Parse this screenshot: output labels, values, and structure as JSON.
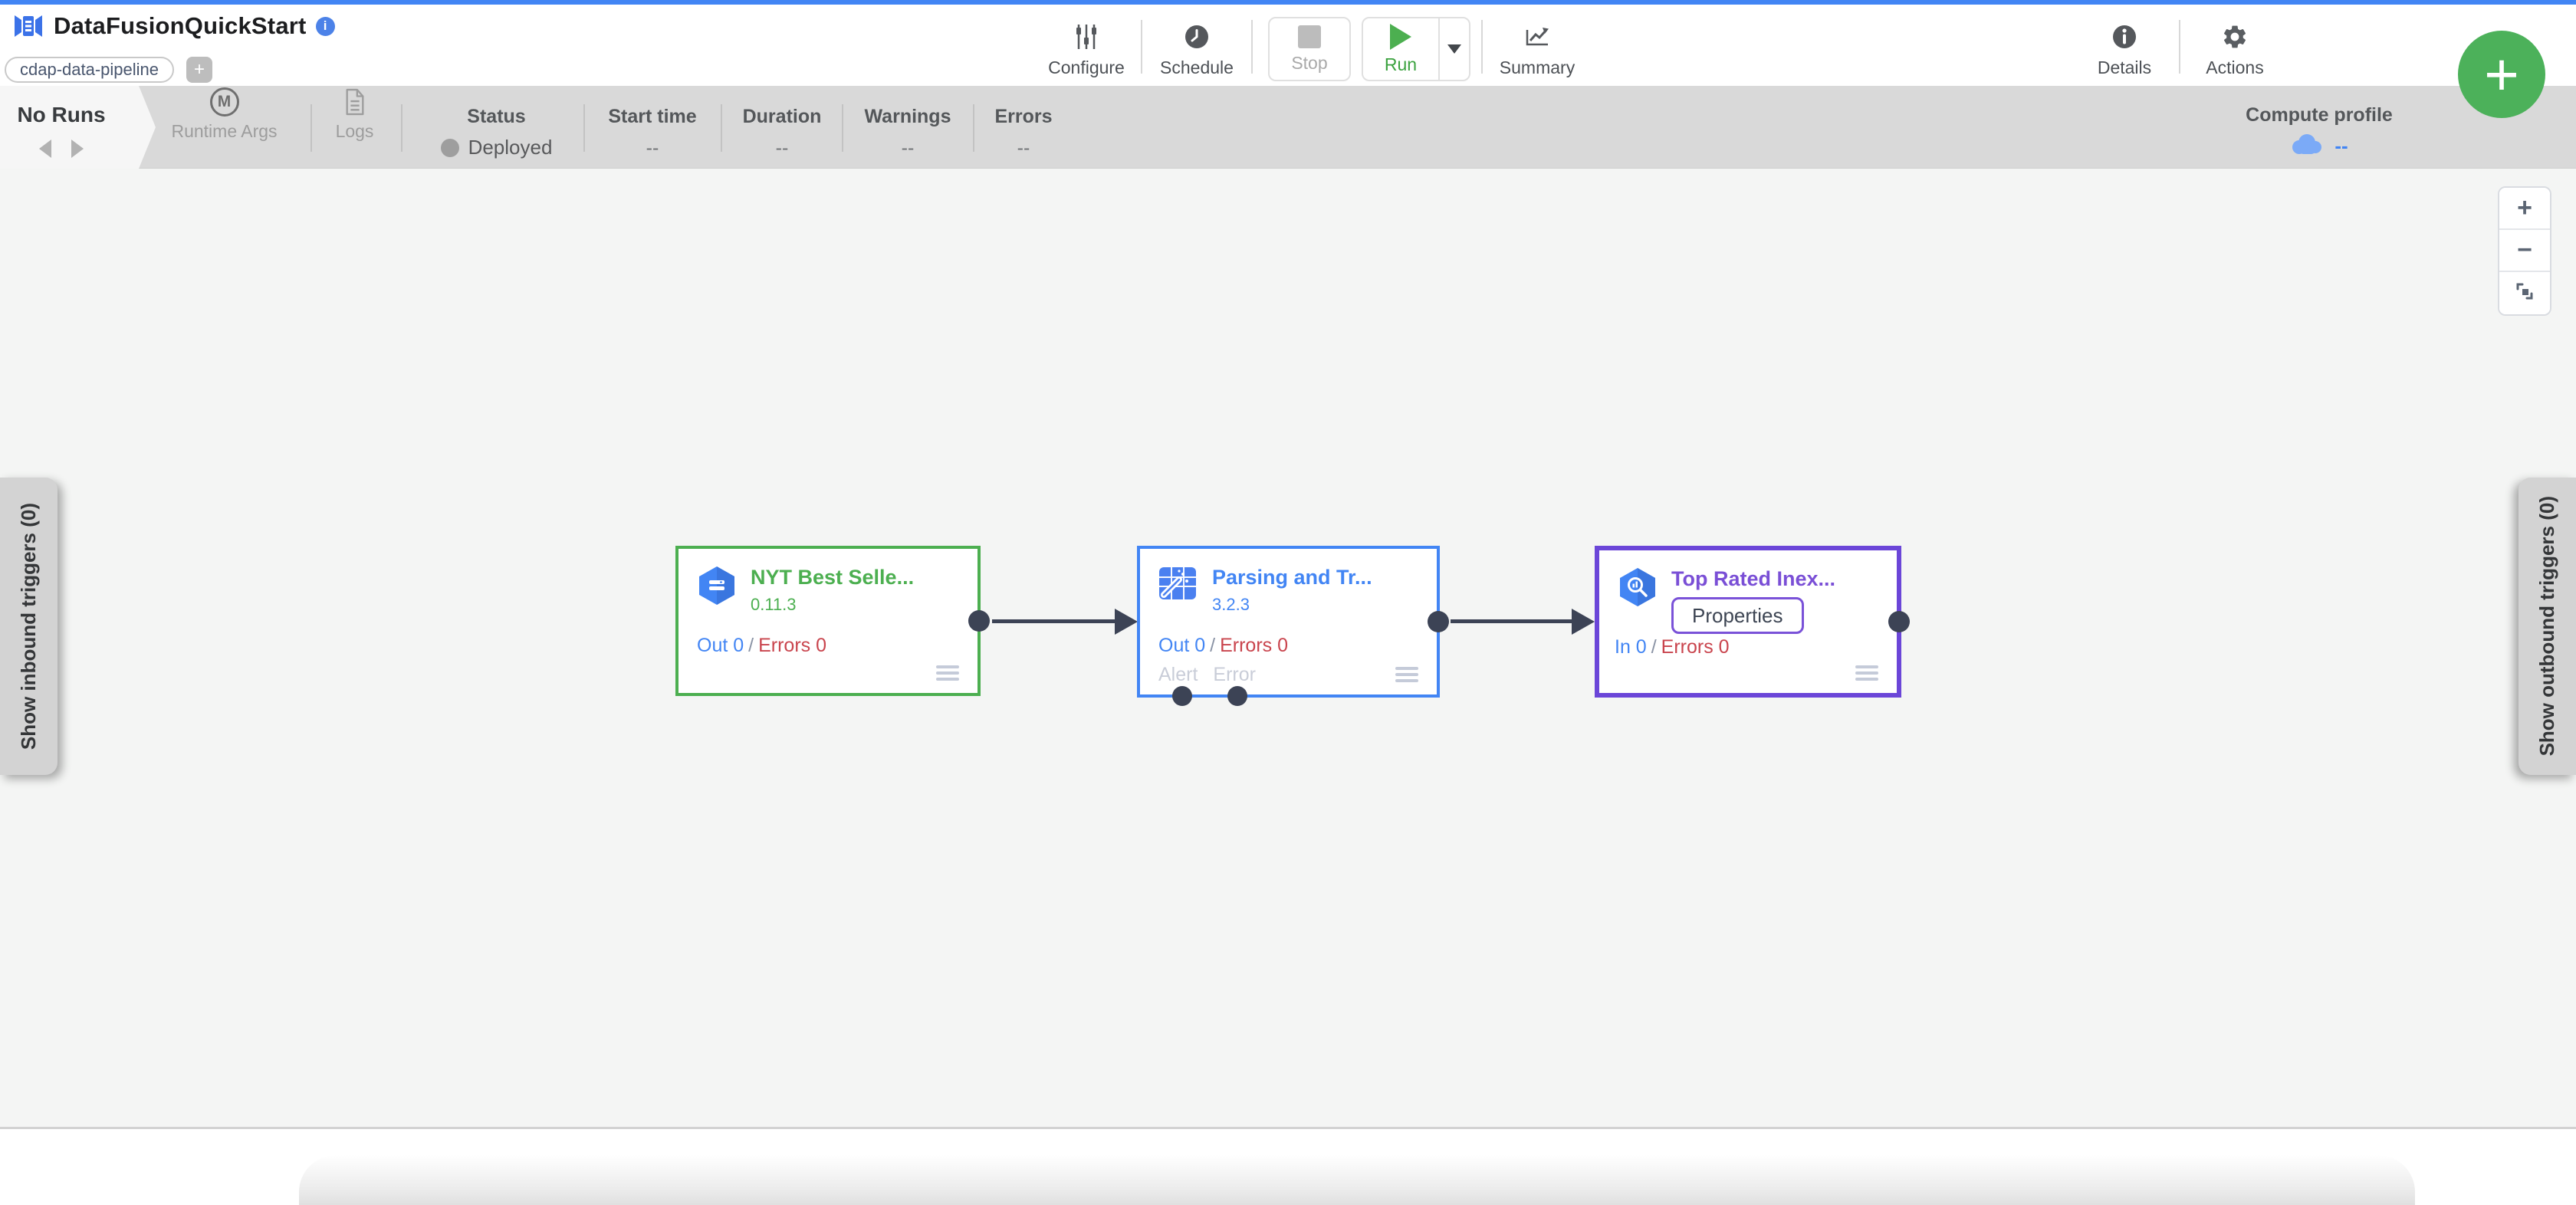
{
  "theme": {
    "top_accent": "#4285F4",
    "run_green": "#4CAF50",
    "node_source_green": "#4CAF50",
    "node_transform_blue": "#4285F4",
    "node_sink_purple": "#6B46D8",
    "metric_blue": "#4285F4",
    "metric_error_red": "#C9444D",
    "port_dark": "#3C4355",
    "fab_green": "#4CB15A",
    "cloud_blue": "#7BAAF7"
  },
  "header": {
    "title": "DataFusionQuickStart",
    "type_tag": "cdap-data-pipeline",
    "configure": "Configure",
    "schedule": "Schedule",
    "stop": "Stop",
    "run": "Run",
    "summary": "Summary",
    "details": "Details",
    "actions": "Actions"
  },
  "fab": {
    "label": "+"
  },
  "runbar": {
    "runs_label": "No Runs",
    "runtime_args": "Runtime Args",
    "logs": "Logs",
    "status": {
      "label": "Status",
      "value": "Deployed"
    },
    "start_time": {
      "label": "Start time",
      "value": "--"
    },
    "duration": {
      "label": "Duration",
      "value": "--"
    },
    "warnings": {
      "label": "Warnings",
      "value": "--"
    },
    "errors": {
      "label": "Errors",
      "value": "--"
    },
    "compute_profile": {
      "label": "Compute profile",
      "value": "--"
    }
  },
  "canvas": {
    "inbound_tab": "Show inbound triggers (0)",
    "outbound_tab": "Show outbound triggers (0)",
    "zoom_in": "+",
    "zoom_out": "−",
    "nodes": [
      {
        "title": "NYT Best Selle...",
        "version": "0.11.3",
        "metric_primary": "Out 0",
        "metric_divider": "/",
        "metric_errors": "Errors 0"
      },
      {
        "title": "Parsing and Tr...",
        "version": "3.2.3",
        "metric_primary": "Out 0",
        "metric_divider": "/",
        "metric_errors": "Errors 0",
        "alert_port": "Alert",
        "error_port": "Error"
      },
      {
        "title": "Top Rated Inex...",
        "properties_button": "Properties",
        "metric_primary": "In 0",
        "metric_divider": "/",
        "metric_errors": "Errors 0"
      }
    ]
  }
}
